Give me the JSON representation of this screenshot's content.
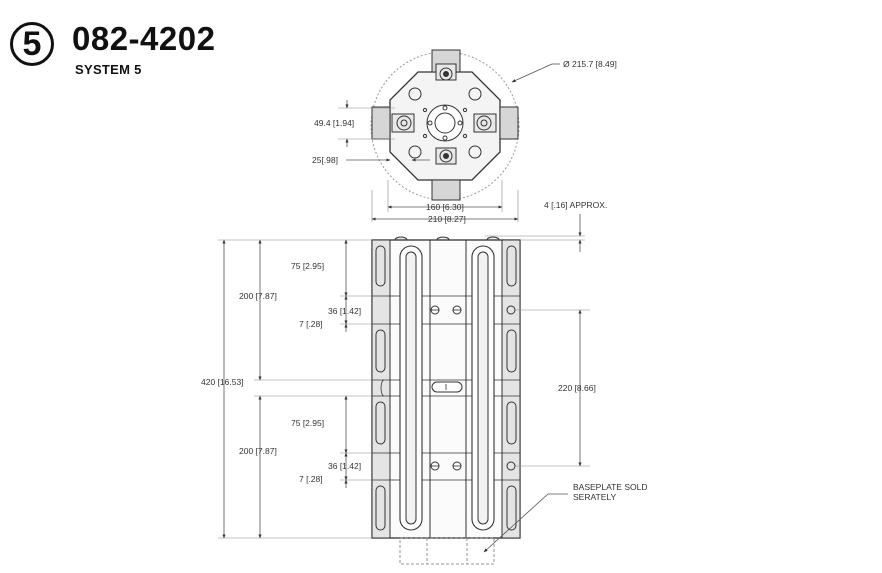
{
  "header": {
    "badge_number": "5",
    "part_number": "082-4202",
    "system_label": "SYSTEM 5"
  },
  "top_view": {
    "outer_diameter": "Ø 215.7 [8.49]",
    "height_dim": "49.4 [1.94]",
    "offset_dim": "25[.98]",
    "width_inner": "160 [6.30]",
    "width_outer": "210 [8.27]"
  },
  "side_view": {
    "approx_gap": "4 [.16] APPROX.",
    "overall_height": "420 [16.53]",
    "upper_section": "200 [7.87]",
    "upper_slot_offset": "75 [2.95]",
    "upper_slot_width": "36 [1.42]",
    "upper_slot_gap": "7 [.28]",
    "lower_section": "200 [7.87]",
    "lower_slot_offset": "75 [2.95]",
    "lower_slot_width": "36 [1.42]",
    "lower_slot_gap": "7 [.28]",
    "hole_spacing": "220 [8.66]",
    "baseplate_note_line1": "BASEPLATE SOLD",
    "baseplate_note_line2": "SERATELY"
  },
  "colors": {
    "line": "#333333",
    "construction": "#888888",
    "face": "#cfcfcf"
  }
}
